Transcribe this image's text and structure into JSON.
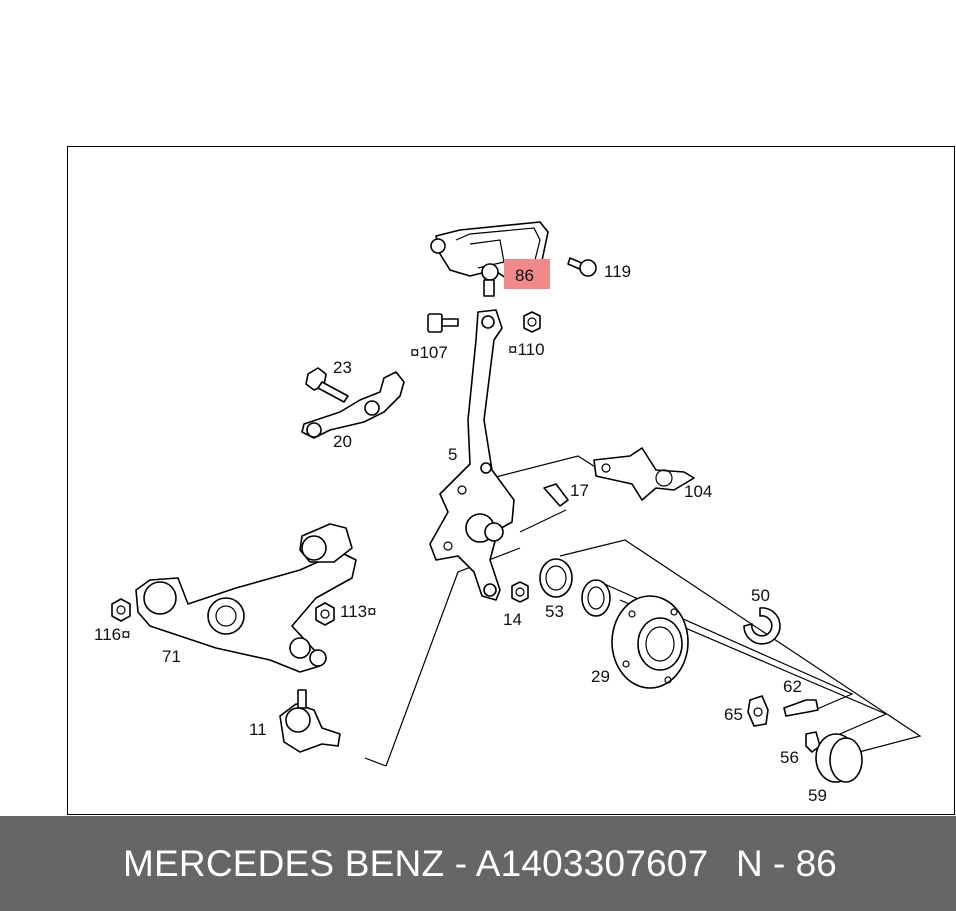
{
  "footer": {
    "title": "MERCEDES BENZ - A1403307607",
    "reference": "N - 86"
  },
  "highlight": {
    "label": "86",
    "color": "#f08a8a"
  },
  "labels": {
    "p119": "119",
    "p107": "¤107",
    "p110": "¤110",
    "p23": "23",
    "p20": "20",
    "p5": "5",
    "p17": "17",
    "p104": "104",
    "p116": "116¤",
    "p113": "113¤",
    "p71": "71",
    "p14": "14",
    "p53": "53",
    "p50": "50",
    "p29": "29",
    "p11": "11",
    "p62": "62",
    "p65": "65",
    "p56": "56",
    "p59": "59"
  }
}
